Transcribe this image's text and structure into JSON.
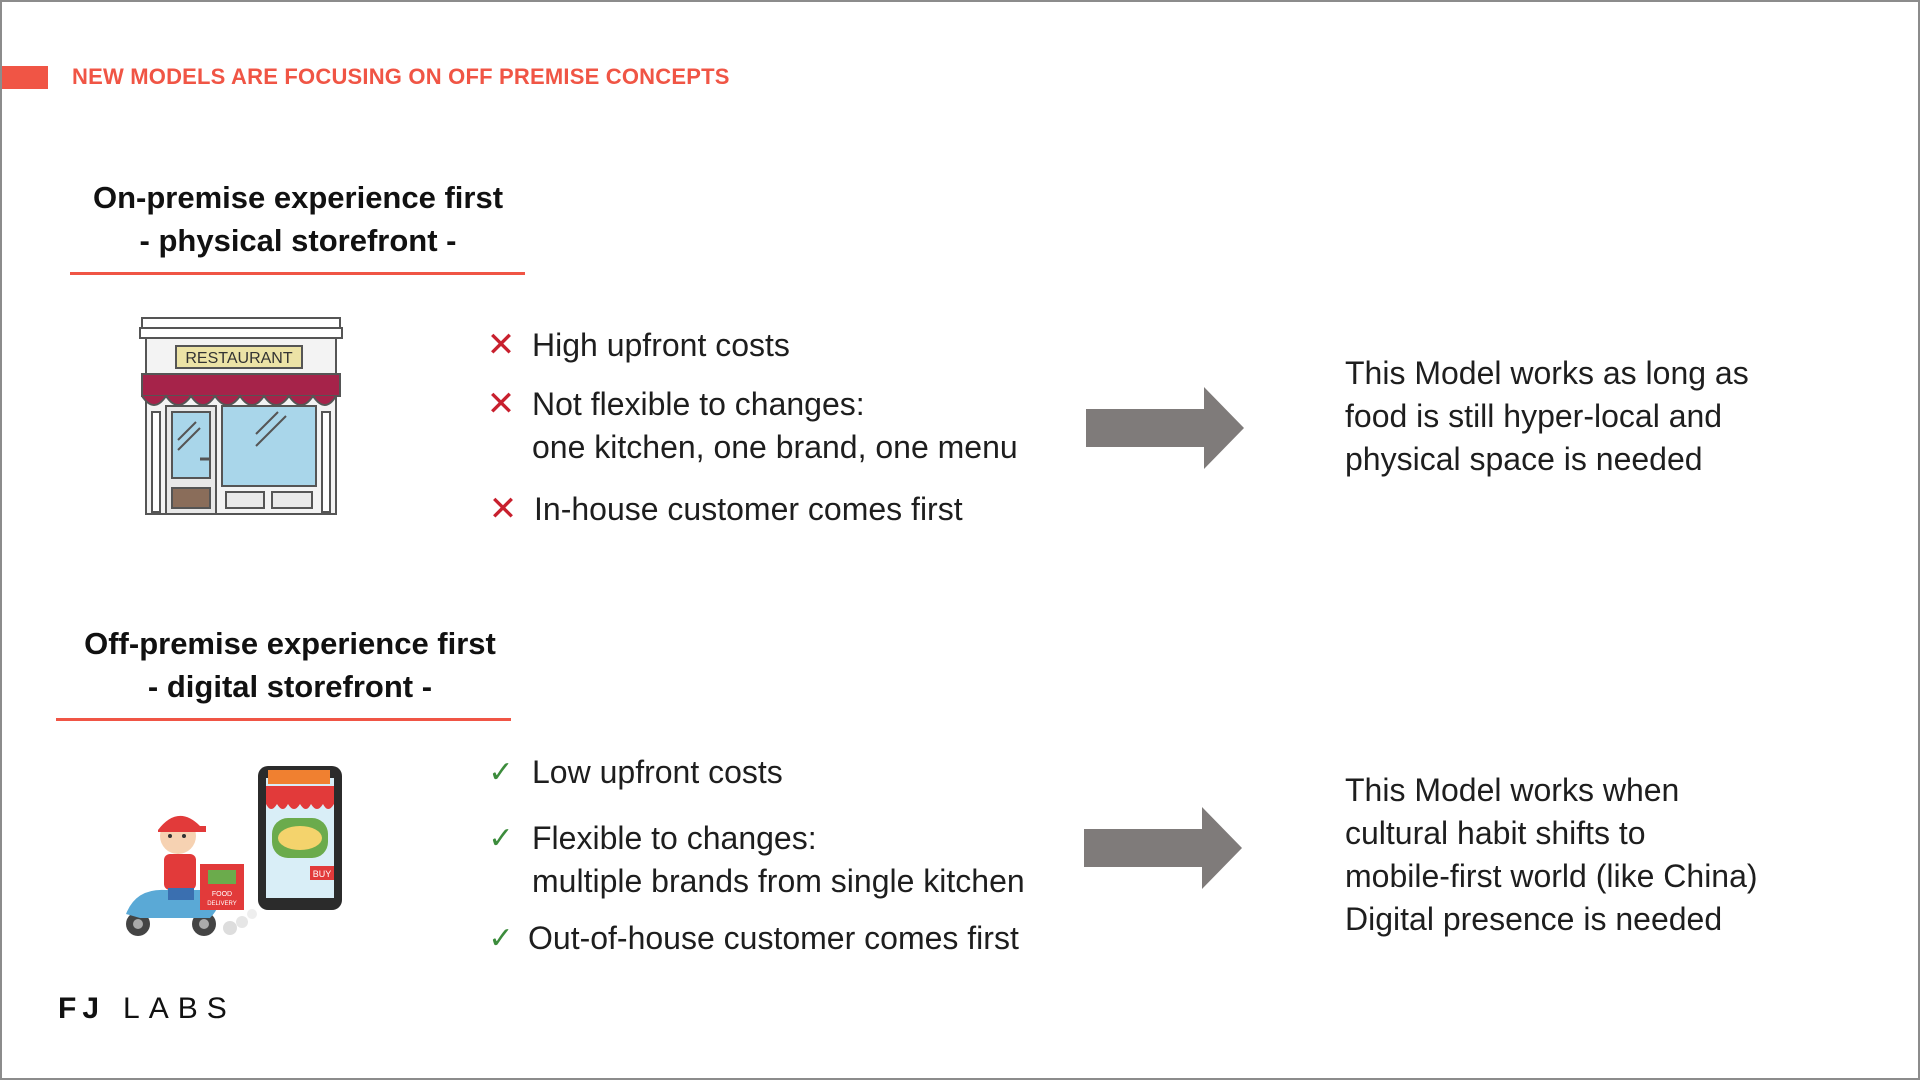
{
  "header": {
    "title": "NEW MODELS ARE FOCUSING ON OFF PREMISE CONCEPTS"
  },
  "on_premise": {
    "heading_line1": "On-premise experience first",
    "heading_line2": "- physical storefront -",
    "illustration": {
      "icon": "restaurant-storefront-icon",
      "sign_text": "RESTAURANT"
    },
    "points": [
      {
        "icon": "cross-icon",
        "lines": [
          "High upfront costs"
        ]
      },
      {
        "icon": "cross-icon",
        "lines": [
          "Not flexible to changes:",
          "one kitchen, one brand, one menu"
        ]
      },
      {
        "icon": "cross-icon",
        "lines": [
          "In-house customer comes first"
        ]
      }
    ],
    "conclusion": [
      "This Model works as long as",
      "food is still hyper-local and",
      "physical space is needed"
    ]
  },
  "off_premise": {
    "heading_line1": "Off-premise experience first",
    "heading_line2": "- digital storefront -",
    "illustration": {
      "icon": "food-delivery-scooter-icon",
      "phone_icon": "mobile-storefront-icon",
      "box_text_1": "FOOD",
      "box_text_2": "DELIVERY",
      "button_text": "BUY"
    },
    "points": [
      {
        "icon": "check-icon",
        "lines": [
          "Low upfront costs"
        ]
      },
      {
        "icon": "check-icon",
        "lines": [
          "Flexible to changes:",
          "multiple brands from single kitchen"
        ]
      },
      {
        "icon": "check-icon",
        "lines": [
          "Out-of-house customer comes first"
        ]
      }
    ],
    "conclusion": [
      "This Model works when",
      "cultural habit shifts to",
      "mobile-first world (like China)",
      "Digital presence is needed"
    ]
  },
  "footer": {
    "logo_bold": "FJ",
    "logo_light": "LABS"
  },
  "colors": {
    "accent": "#f05545",
    "cross": "#c8202e",
    "check": "#3c8c3c",
    "arrow": "#7f7b7a"
  }
}
